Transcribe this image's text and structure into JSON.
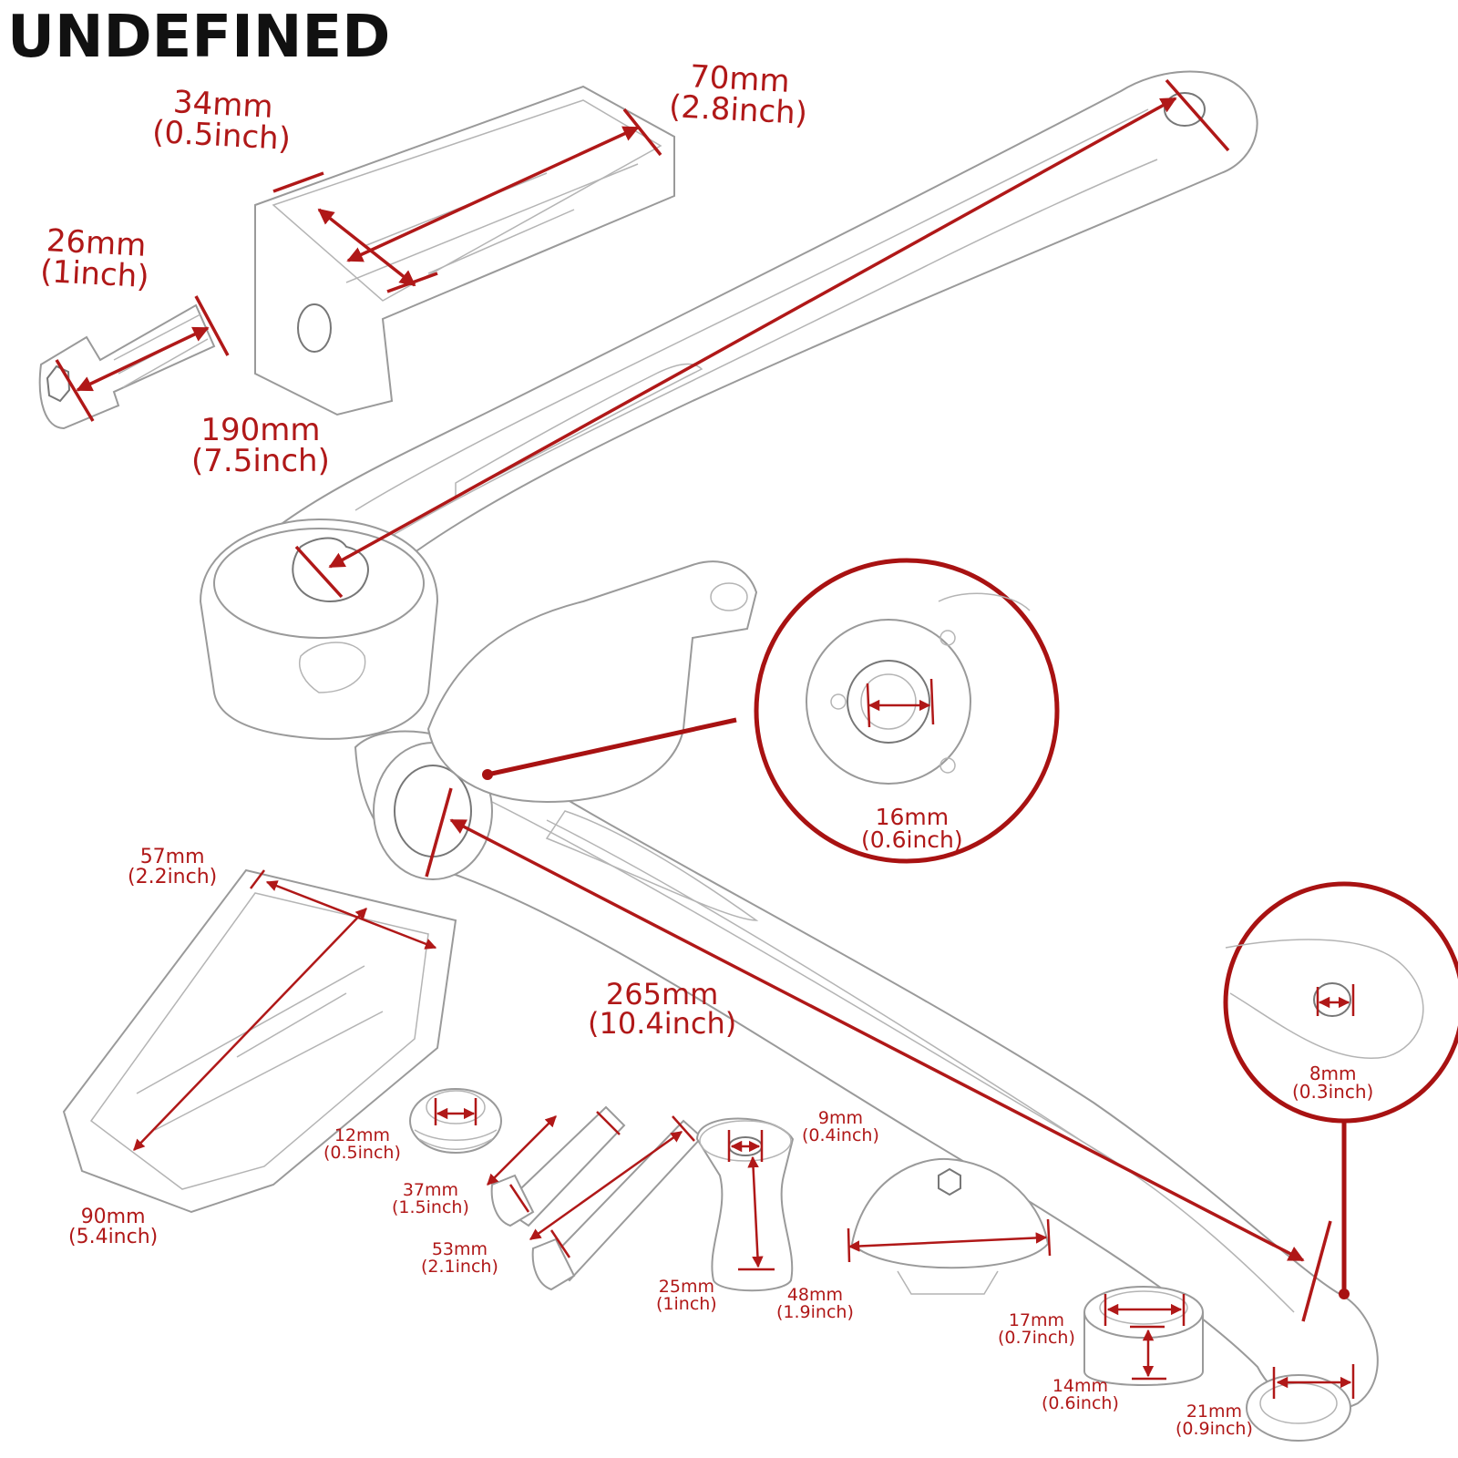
{
  "brand": "UNDEFINED",
  "colors": {
    "dimension": "#b01818",
    "outline": "#9a9a9a",
    "brand_text": "#111111"
  },
  "dimensions": {
    "pedal_width": {
      "mm": "34mm",
      "inch": "(0.5inch)"
    },
    "pedal_length": {
      "mm": "70mm",
      "inch": "(2.8inch)"
    },
    "bolt_small": {
      "mm": "26mm",
      "inch": "(1inch)"
    },
    "shift_lever": {
      "mm": "190mm",
      "inch": "(7.5inch)"
    },
    "spline_hole": {
      "mm": "16mm",
      "inch": "(0.6inch)"
    },
    "brake_peg_width": {
      "mm": "57mm",
      "inch": "(2.2inch)"
    },
    "brake_peg_length": {
      "mm": "90mm",
      "inch": "(5.4inch)"
    },
    "brake_arm": {
      "mm": "265mm",
      "inch": "(10.4inch)"
    },
    "thread_hole": {
      "mm": "8mm",
      "inch": "(0.3inch)"
    },
    "cap_insert": {
      "mm": "12mm",
      "inch": "(0.5inch)"
    },
    "bolt_medium": {
      "mm": "37mm",
      "inch": "(1.5inch)"
    },
    "bolt_long": {
      "mm": "53mm",
      "inch": "(2.1inch)"
    },
    "spacer_bore": {
      "mm": "9mm",
      "inch": "(0.4inch)"
    },
    "spacer_height": {
      "mm": "25mm",
      "inch": "(1inch)"
    },
    "dome_cap": {
      "mm": "48mm",
      "inch": "(1.9inch)"
    },
    "bushing_diameter": {
      "mm": "17mm",
      "inch": "(0.7inch)"
    },
    "bushing_height": {
      "mm": "14mm",
      "inch": "(0.6inch)"
    },
    "washer": {
      "mm": "21mm",
      "inch": "(0.9inch)"
    }
  }
}
